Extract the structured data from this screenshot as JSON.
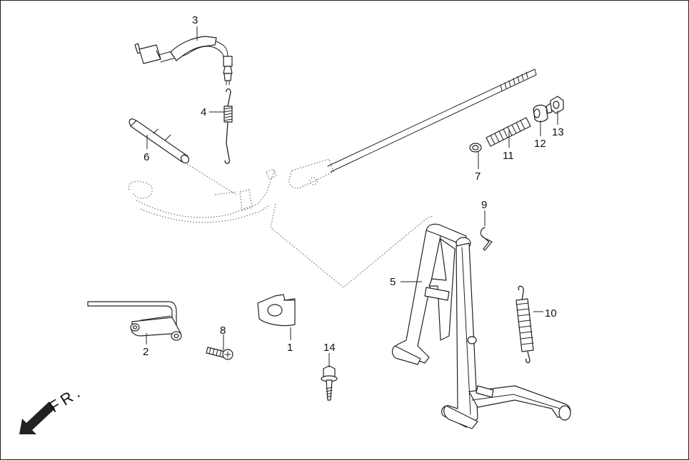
{
  "diagram": {
    "callouts": [
      {
        "id": "c1",
        "label": "1"
      },
      {
        "id": "c2",
        "label": "2"
      },
      {
        "id": "c3",
        "label": "3"
      },
      {
        "id": "c4",
        "label": "4"
      },
      {
        "id": "c5",
        "label": "5"
      },
      {
        "id": "c6",
        "label": "6"
      },
      {
        "id": "c7",
        "label": "7"
      },
      {
        "id": "c8",
        "label": "8"
      },
      {
        "id": "c9",
        "label": "9"
      },
      {
        "id": "c10",
        "label": "10"
      },
      {
        "id": "c11",
        "label": "11"
      },
      {
        "id": "c12",
        "label": "12"
      },
      {
        "id": "c13",
        "label": "13"
      },
      {
        "id": "c14",
        "label": "14"
      }
    ],
    "front_label": "FR.",
    "front_arrow_icon": "arrow-down-left-icon",
    "colors": {
      "line": "#222222",
      "background": "#ffffff"
    }
  }
}
